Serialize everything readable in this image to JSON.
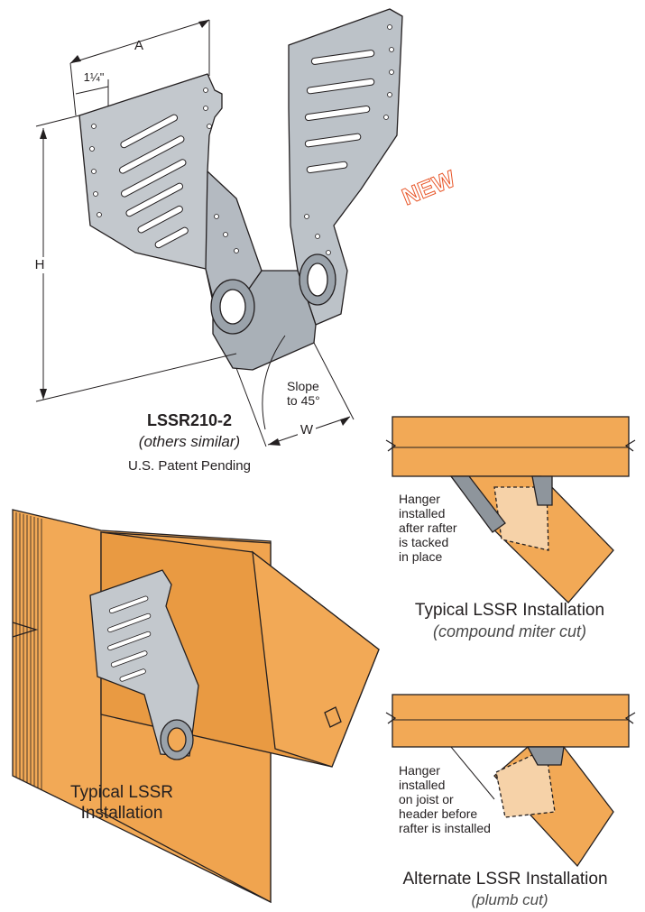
{
  "product": {
    "name": "LSSR210-2",
    "others": "(others similar)",
    "patent": "U.S. Patent Pending",
    "badge": "NEW"
  },
  "dimensions": {
    "a": "A",
    "h": "H",
    "w": "W",
    "offset": "1¼\"",
    "slope_line1": "Slope",
    "slope_line2": "to 45°"
  },
  "typical_compound": {
    "note_lines": [
      "Hanger",
      "installed",
      "after rafter",
      "is tacked",
      "in place"
    ],
    "title": "Typical LSSR Installation",
    "subtitle": "(compound miter cut)"
  },
  "typical_main": {
    "title_line1": "Typical LSSR",
    "title_line2": "Installation"
  },
  "alternate": {
    "note_lines": [
      "Hanger",
      "installed",
      "on joist or",
      "header before",
      "rafter is installed"
    ],
    "title": "Alternate LSSR Installation",
    "subtitle": "(plumb cut)"
  },
  "colors": {
    "wood": "#f2a956",
    "wood_dark": "#c98330",
    "metal": "#c3c8cd",
    "metal_dark": "#8e959c",
    "badge": "#e8572a",
    "line": "#231f20"
  }
}
